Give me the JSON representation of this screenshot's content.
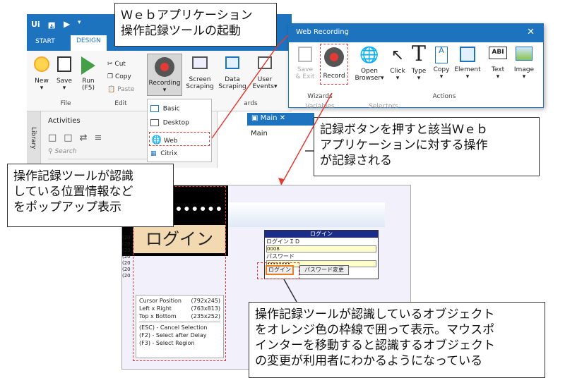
{
  "app": {
    "logo": "Ui",
    "tabs": [
      "START",
      "DESIGN"
    ],
    "ribbon": {
      "new": "New",
      "save": "Save",
      "run": "Run",
      "run_key": "(F5)",
      "cut": "Cut",
      "copy": "Copy",
      "paste": "Paste",
      "recording": "Recording",
      "screen_scraping": [
        "Screen",
        "Scraping"
      ],
      "data_scraping": [
        "Data",
        "Scraping"
      ],
      "user_events": [
        "User",
        "Events"
      ],
      "group_file": "File",
      "group_edit": "Edit",
      "group_wizards_partial": "ards"
    },
    "activities": {
      "title": "Activities",
      "search_placeholder": "Search",
      "library_tab": "Library"
    },
    "main_tab": {
      "label": "Main",
      "content": "Main"
    },
    "recording_menu": [
      "Basic",
      "Desktop",
      "Web",
      "Citrix"
    ]
  },
  "web_recording": {
    "title": "Web Recording",
    "buttons": {
      "save_exit": [
        "Save",
        "& Exit"
      ],
      "record": "Record",
      "open_browser": [
        "Open",
        "Browser"
      ],
      "click": "Click",
      "type": "Type",
      "copy": "Copy",
      "element": "Element",
      "text": "Text",
      "image": "Image"
    },
    "groups": {
      "wizards": "Wizards",
      "variables": "Variables",
      "selectors": "Selectors",
      "actions": "Actions"
    }
  },
  "callouts": {
    "launch": [
      "Ｗｅｂアプリケーション",
      "操作記録ツールの起動"
    ],
    "record": [
      "記録ボタンを押すと該当Ｗｅｂ",
      "アプリケーションに対する操作",
      "が記録される"
    ],
    "popup": [
      "操作記録ツールが認識",
      "している位置情報など",
      "をポップアップ表示"
    ],
    "orange": [
      "操作記録ツールが認識しているオブジェクト",
      "をオレンジ色の枠線で囲って表示。マウスポ",
      "インターを移動すると認識するオブジェクト",
      "の変更が利用者にわかるようになっている"
    ]
  },
  "browser": {
    "banner_text": "ログイン",
    "login": {
      "title": "ログイン",
      "id_label": "ログインＩＤ",
      "id_value": "0008",
      "password_label": "パスワード",
      "password_value": "••••••••",
      "login_button": "ログイン",
      "change_button": "パスワード変更"
    },
    "left_lines": [
      "(20",
      "(20",
      "(20",
      "(20",
      "(20",
      "(20",
      "(20"
    ]
  },
  "tooltip": {
    "lines": [
      [
        "Cursor Position",
        "(792x245)"
      ],
      [
        "Left x Right",
        "(763x813)"
      ],
      [
        "Top x Bottom",
        "(235x252)"
      ]
    ],
    "help": [
      "(ESC) - Cancel Selection",
      "(F2)    - Select after Delay",
      "(F3)    - Select Region"
    ]
  },
  "colors": {
    "ui_blue": "#1e73be",
    "highlight": "#e53935"
  }
}
